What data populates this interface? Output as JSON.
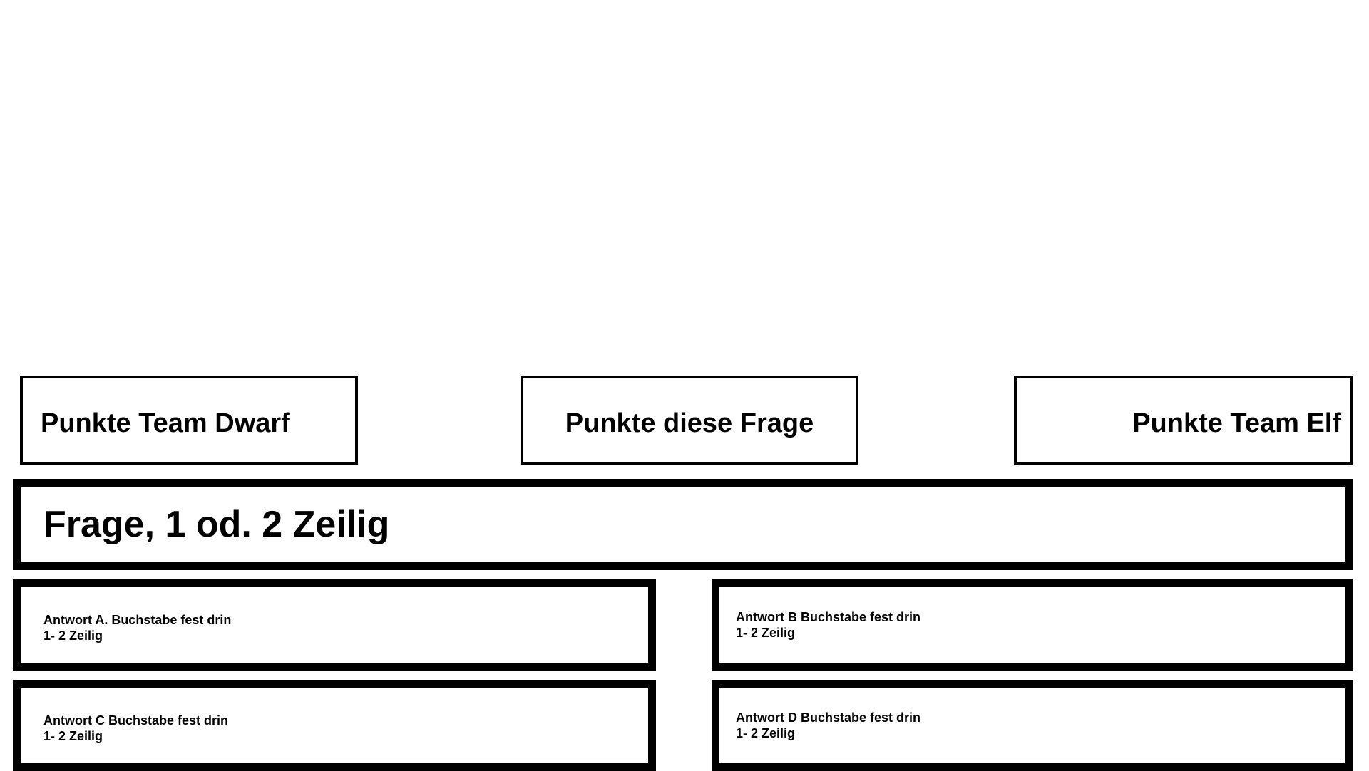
{
  "scores": {
    "team_left": "Punkte Team Dwarf",
    "current_question": "Punkte diese Frage",
    "team_right": "Punkte Team Elf"
  },
  "question": {
    "text": "Frage, 1 od. 2 Zeilig"
  },
  "answers": [
    {
      "line1": "Antwort A. Buchstabe fest drin",
      "line2": "1- 2 Zeilig"
    },
    {
      "line1": "Antwort B Buchstabe fest drin",
      "line2": "1- 2 Zeilig"
    },
    {
      "line1": "Antwort C Buchstabe fest drin",
      "line2": "1- 2 Zeilig"
    },
    {
      "line1": "Antwort D Buchstabe fest drin",
      "line2": "1- 2 Zeilig"
    }
  ]
}
